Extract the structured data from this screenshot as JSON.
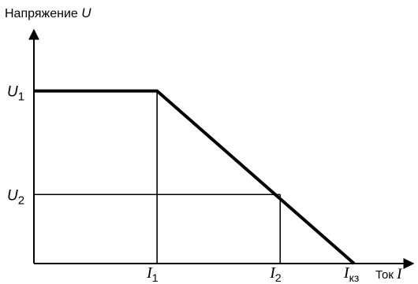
{
  "chart_data": {
    "type": "line",
    "ylabel": {
      "text": "Напряжение ",
      "symbol": "U"
    },
    "xlabel": {
      "text": "Ток ",
      "symbol": "I"
    },
    "x_ticks": [
      {
        "name": "I",
        "sub": "1",
        "value": 1
      },
      {
        "name": "I",
        "sub": "2",
        "value": 2
      },
      {
        "name": "I",
        "sub": "кз",
        "value": 2.6
      }
    ],
    "y_ticks": [
      {
        "name": "U",
        "sub": "1",
        "value": 1
      },
      {
        "name": "U",
        "sub": "2",
        "value": 0.4
      }
    ],
    "series": [
      {
        "x": [
          0,
          1,
          2.6
        ],
        "y": [
          1,
          1,
          0
        ]
      }
    ],
    "guides": [
      {
        "x": [
          1,
          1
        ],
        "y": [
          0,
          1
        ]
      },
      {
        "x": [
          2,
          2
        ],
        "y": [
          0,
          0.4
        ]
      },
      {
        "x": [
          0,
          2
        ],
        "y": [
          0.4,
          0.4
        ]
      }
    ],
    "xlim": [
      0,
      3.1
    ],
    "ylim": [
      0,
      1.6
    ],
    "grid": false,
    "colors": {
      "line": "#000000",
      "axis": "#000000"
    }
  }
}
